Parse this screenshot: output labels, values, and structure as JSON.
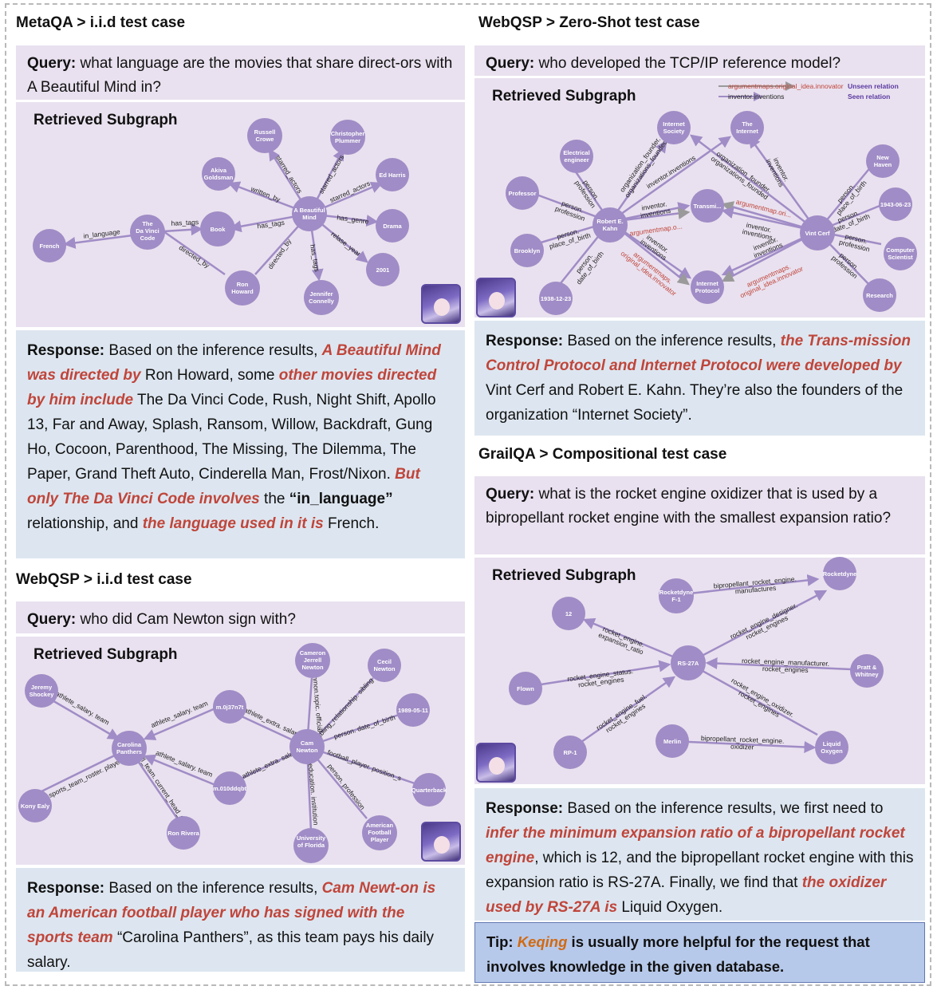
{
  "panel_metaqa": {
    "title": "MetaQA > i.i.d test case",
    "query_label": "Query:",
    "query_text": " what language are the movies that share direct-ors with A Beautiful Mind in?",
    "subgraph_title": "Retrieved Subgraph",
    "response_label": "Response:",
    "r1": " Based on the inference results, ",
    "r2": "A Beautiful Mind was directed by",
    "r3": " Ron Howard, some ",
    "r4": "other movies directed by him include",
    "r5": " The Da Vinci Code, Rush, Night Shift, Apollo 13, Far and Away, Splash, Ransom, Willow, Backdraft, Gung Ho, Cocoon, Parenthood, The Missing, The Dilemma, The Paper, Grand Theft Auto, Cinderella Man, Frost/Nixon. ",
    "r6": "But only The Da Vinci Code involves",
    "r7": " the ",
    "r8": "“in_language”",
    "r9": " relationship, and ",
    "r10": "the language used in it is",
    "r11": " French.",
    "nodes": [
      "Russell Crowe",
      "Christopher Plummer",
      "Akiva Goldsman",
      "Ed Harris",
      "A Beautiful Mind",
      "Book",
      "The Da Vinci Code",
      "French",
      "Drama",
      "2001",
      "Ron Howard",
      "Jennifer Connelly"
    ],
    "edges": [
      "starred_actors",
      "starred_actors",
      "written_by",
      "starred_actors",
      "has_tags",
      "has_genre",
      "relase_year",
      "has_tags",
      "directed_by",
      "has_tags",
      "in_language",
      "directed_by"
    ]
  },
  "panel_webqsp_iid": {
    "title": "WebQSP > i.i.d test case",
    "query_label": "Query:",
    "query_text": " who did Cam Newton sign with?",
    "subgraph_title": "Retrieved Subgraph",
    "response_label": "Response:",
    "r1": " Based on the inference results, ",
    "r2": "Cam Newt-on is an American football player who has signed with the sports team",
    "r3": " “Carolina Panthers”, as this team pays his daily salary.",
    "nodes": [
      "Jeremy Shockey",
      "Carolina Panthers",
      "Kony Ealy",
      "Ron Rivera",
      "m.0j37n7t",
      "m.010ddqbt",
      "Cam Newton",
      "Cameron Jerrell Newton",
      "Cecil Newton",
      "1989-05-11",
      "Quarterback",
      "American Football Player",
      "University of Florida"
    ],
    "edges": [
      "athlete_salary. team",
      "athlete_salary. team",
      "athlete_salary. team",
      "sports_team_roster. player",
      "football_team. current_head_coach",
      "athlete_extra. salary",
      "athlete_extra. salary",
      "common.topic. official_name",
      "sibling_relationship. sibling",
      "person. date_of_birth",
      "football_player. position_s",
      "person. profession",
      "education. institution"
    ]
  },
  "panel_webqsp_zs": {
    "title": "WebQSP > Zero-Shot test case",
    "query_label": "Query:",
    "query_text": " who developed the TCP/IP reference model?",
    "subgraph_title": "Retrieved Subgraph",
    "legend_unseen_rel": "argumentmaps.original_idea.innovator",
    "legend_seen_rel": "inventor.inventions",
    "legend_unseen": "Unseen relation",
    "legend_seen": "Seen relation",
    "response_label": "Response:",
    "r1": " Based on the inference results, ",
    "r2": "the Trans-mission Control Protocol and Internet Protocol were developed by",
    "r3": " Vint Cerf and Robert E. Kahn. They’re also the founders of the organization “Internet Society”.",
    "nodes": [
      "Internet Society",
      "The Internet",
      "Electrical engineer",
      "Professor",
      "Robert E. Kahn",
      "Transmi...",
      "Vint Cerf",
      "New Haven",
      "1943-06-23",
      "Computer Scientist",
      "Research",
      "Brooklyn",
      "1938-12-23",
      "Internet Protocol"
    ],
    "edges": [
      "organization_founder. organizations_founded",
      "inventor.inventions",
      "person. profession",
      "person. profession",
      "inventor. inventions",
      "argumentmap.o...",
      "inventor. inventions",
      "argumentmaps. original_idea.innovator",
      "person. place_of_birth",
      "person. date_of_birth",
      "organization_founder. organizations_founded",
      "inventor. inventions",
      "argumentmap.ori...",
      "inventor. inventions",
      "inventor. inventions",
      "argumentmaps. original_idea.innovator",
      "person. place_of_birth",
      "person. date_of_birth",
      "person. profession",
      "person. profession"
    ]
  },
  "panel_grailqa": {
    "title": "GrailQA > Compositional test case",
    "query_label": "Query:",
    "query_text": " what is the rocket engine oxidizer that is used by a bipropellant rocket engine with the smallest expansion ratio?",
    "subgraph_title": "Retrieved Subgraph",
    "response_label": "Response:",
    "r1": " Based on the inference results, we first need to ",
    "r2": "infer the minimum expansion ratio of a bipropellant rocket engine",
    "r3": ", which is 12, and the bipropellant rocket engine with this expansion ratio is RS-27A. Finally, we find that ",
    "r4": "the oxidizer used by RS-27A is",
    "r5": " Liquid Oxygen.",
    "nodes": [
      "Rocketdyne F-1",
      "Rocketdyne",
      "12",
      "RS-27A",
      "Pratt & Whitney",
      "Flown",
      "RP-1",
      "Merlin",
      "Liquid Oxygen"
    ],
    "edges": [
      "bipropellant_rocket_engine. manufactures",
      "rocket_engine_designer. rocket_engines",
      "rocket_engine. expansion_ratio",
      "rocket_engine_manufacturer. rocket_engines",
      "rocket_engine_status. rocket_engines",
      "rocket_engine_fuel. rocket_engines",
      "rocket_engine_oxidizer. rocket_engines",
      "bipropellant_rocket_engine. oxidizer"
    ]
  },
  "tip": {
    "label": "Tip:",
    "name": "Keqing",
    "text": " is usually more helpful for the request that involves knowledge in the given database."
  },
  "colors": {
    "node": "#a08cc6",
    "highlight": "#c0453a",
    "query_bg": "#e9e1ef",
    "response_bg": "#dde6f0",
    "tip_bg": "#b7c9ea"
  }
}
